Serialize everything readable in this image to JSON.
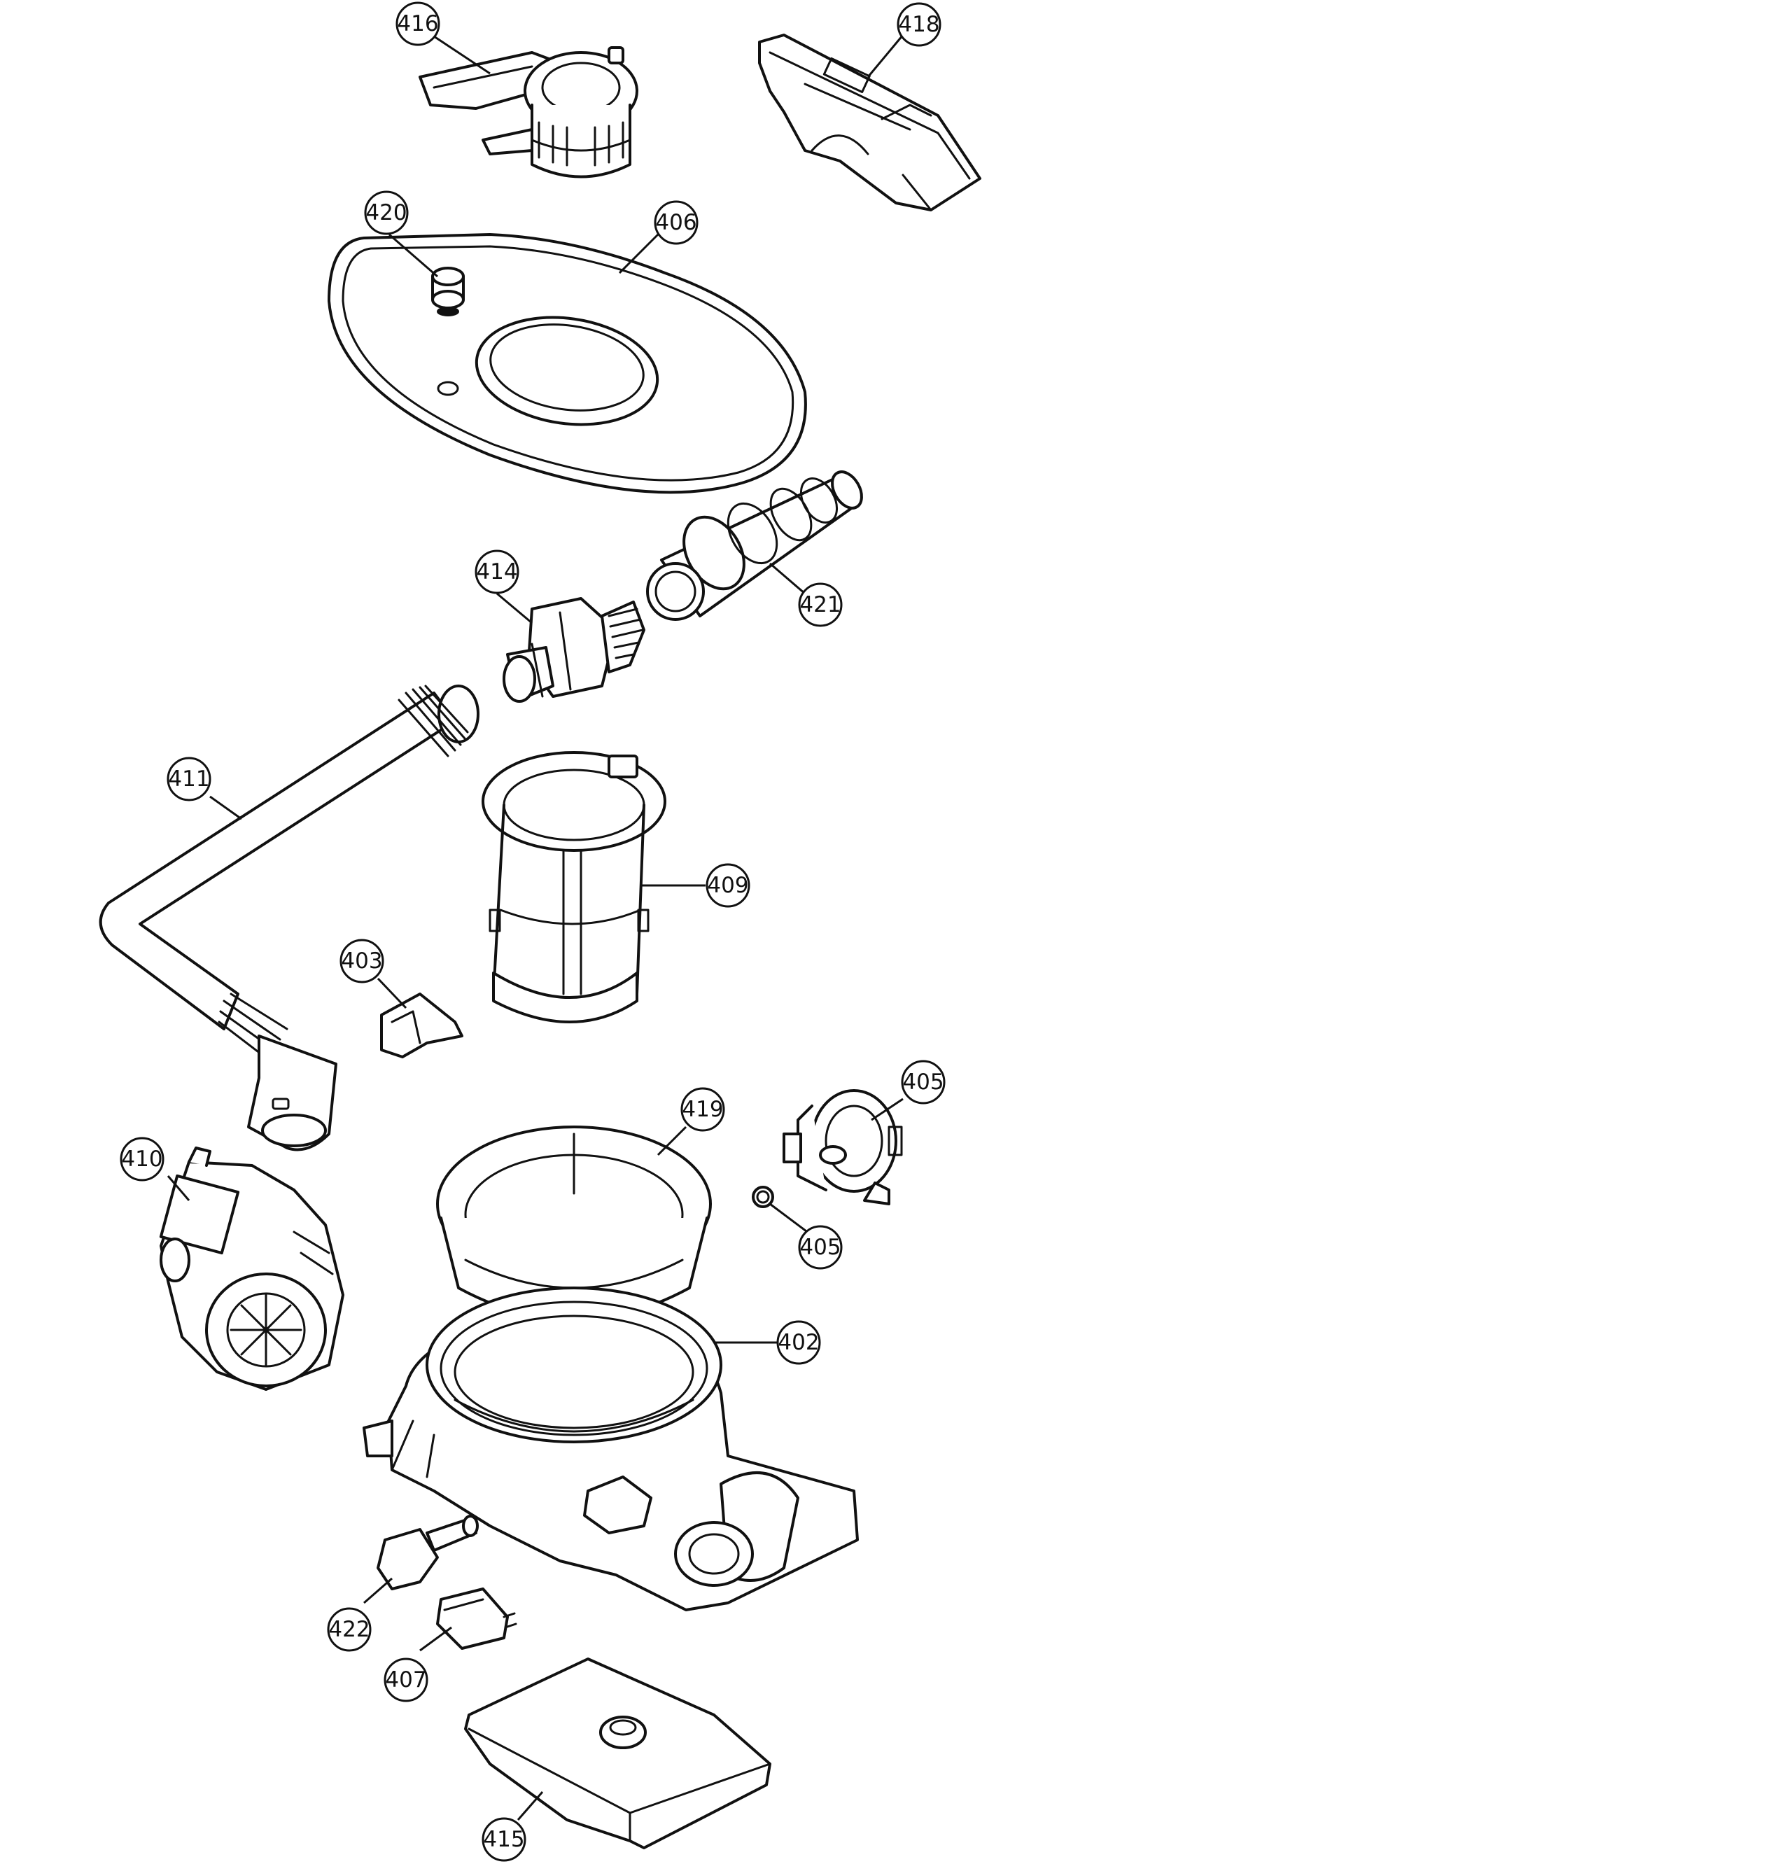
{
  "diagram": {
    "callouts": [
      {
        "id": "416",
        "label": "416"
      },
      {
        "id": "418",
        "label": "418"
      },
      {
        "id": "420",
        "label": "420"
      },
      {
        "id": "406",
        "label": "406"
      },
      {
        "id": "414",
        "label": "414"
      },
      {
        "id": "421",
        "label": "421"
      },
      {
        "id": "411",
        "label": "411"
      },
      {
        "id": "409",
        "label": "409"
      },
      {
        "id": "403",
        "label": "403"
      },
      {
        "id": "405a",
        "label": "405"
      },
      {
        "id": "419",
        "label": "419"
      },
      {
        "id": "410",
        "label": "410"
      },
      {
        "id": "405b",
        "label": "405"
      },
      {
        "id": "402",
        "label": "402"
      },
      {
        "id": "422",
        "label": "422"
      },
      {
        "id": "407",
        "label": "407"
      },
      {
        "id": "415",
        "label": "415"
      }
    ],
    "colors": {
      "line": "#111111",
      "background": "#ffffff"
    }
  }
}
